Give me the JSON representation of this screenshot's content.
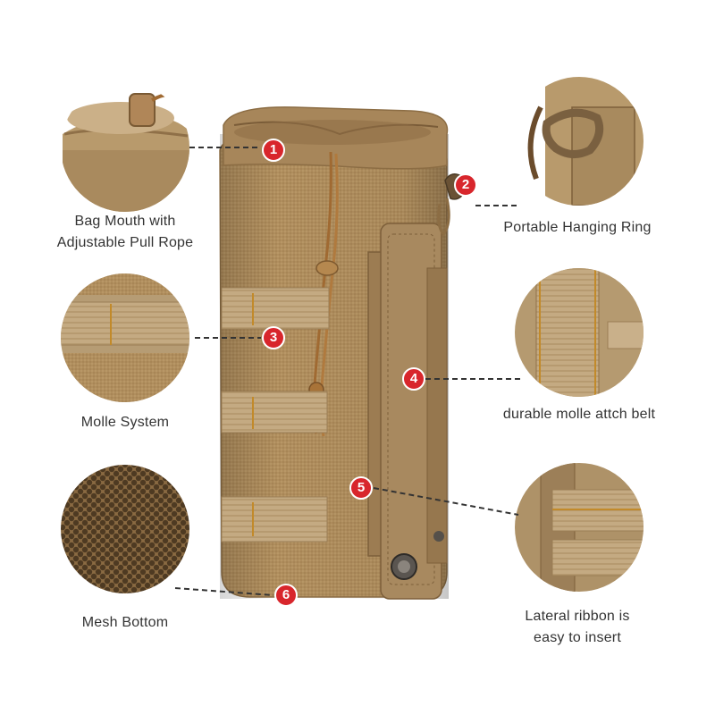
{
  "colors": {
    "marker": "#d8262c",
    "fabric": "#b08e5e",
    "fabric_dark": "#8c6d44",
    "webbing": "#c9b08a",
    "text": "#333333",
    "leader": "#333333"
  },
  "features": [
    {
      "number": "1",
      "caption_lines": [
        "Bag Mouth with",
        "Adjustable Pull Rope"
      ],
      "detail_icon": "bag-mouth-closeup"
    },
    {
      "number": "2",
      "caption_lines": [
        "Portable Hanging Ring"
      ],
      "detail_icon": "hanging-ring-closeup"
    },
    {
      "number": "3",
      "caption_lines": [
        "Molle System"
      ],
      "detail_icon": "molle-webbing-closeup"
    },
    {
      "number": "4",
      "caption_lines": [
        "durable molle attch belt"
      ],
      "detail_icon": "attach-belt-closeup"
    },
    {
      "number": "5",
      "caption_lines": [
        "Lateral ribbon is",
        "easy to insert"
      ],
      "detail_icon": "lateral-ribbon-closeup"
    },
    {
      "number": "6",
      "caption_lines": [
        "Mesh Bottom"
      ],
      "detail_icon": "mesh-bottom-closeup"
    }
  ],
  "product_icon": "tactical-water-bottle-pouch"
}
